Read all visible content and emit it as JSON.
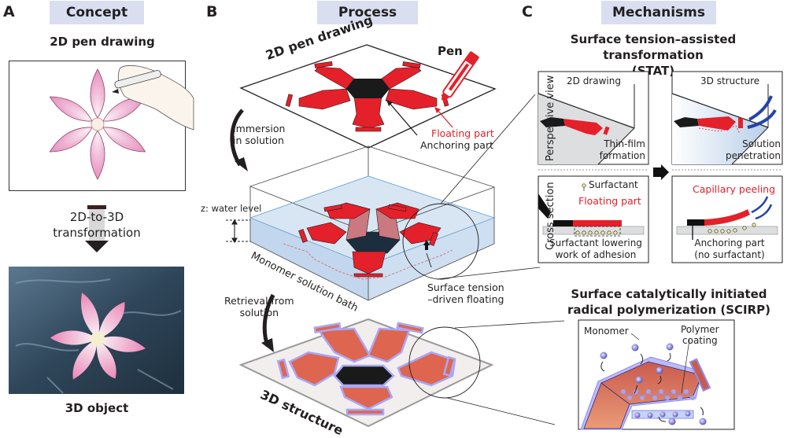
{
  "panels": {
    "A": {
      "letter": "A",
      "header": "Concept",
      "drawing_title": "2D pen drawing",
      "transformation_label_line1": "2D-to-3D",
      "transformation_label_line2": "transformation",
      "object_title": "3D object"
    },
    "B": {
      "letter": "B",
      "header": "Process",
      "drawing_label": "2D pen drawing",
      "pen_label": "Pen",
      "floating_part": "Floating part",
      "anchoring_part": "Anchoring part",
      "immersion_line1": "Immersion",
      "immersion_line2": "in solution",
      "water_level": "z: water level",
      "bath_label": "Monomer solution bath",
      "floating_line1": "Surface tension",
      "floating_line2": "–driven floating",
      "retrieval_line1": "Retrieval from",
      "retrieval_line2": "solution",
      "structure_label": "3D structure"
    },
    "C": {
      "letter": "C",
      "header": "Mechanisms",
      "stat_title_line1": "Surface tension–assisted transformation",
      "stat_title_line2": "(STAT)",
      "perspective_view": "Perspective view",
      "cross_section": "Cross section",
      "drawing_2d": "2D drawing",
      "thin_film_line1": "Thin-film",
      "thin_film_line2": "formation",
      "structure_3d": "3D structure",
      "solution_line1": "Solution",
      "solution_line2": "penetration",
      "surfactant": "Surfactant",
      "floating_part": "Floating part",
      "surfactant_line1": "Surfactant lowering",
      "surfactant_line2": "work of adhesion",
      "capillary_peeling": "Capillary peeling",
      "anchoring_line1": "Anchoring part",
      "anchoring_line2": "(no surfactant)",
      "scirp_title_line1": "Surface catalytically initiated",
      "scirp_title_line2": "radical polymerization (SCIRP)",
      "monomer": "Monomer",
      "polymer_line1": "Polymer",
      "polymer_line2": "coating"
    }
  },
  "colors": {
    "header_bg": "#d9def0",
    "ink_red": "#e4202a",
    "coated_red": "#de6650",
    "coating_blue": "#a9a8f5",
    "water_blue": "#c7dcef",
    "anchor_black": "#1a1a1a",
    "petal_pink": "#e88fc0",
    "monomer_blue": "#6a64c9"
  }
}
